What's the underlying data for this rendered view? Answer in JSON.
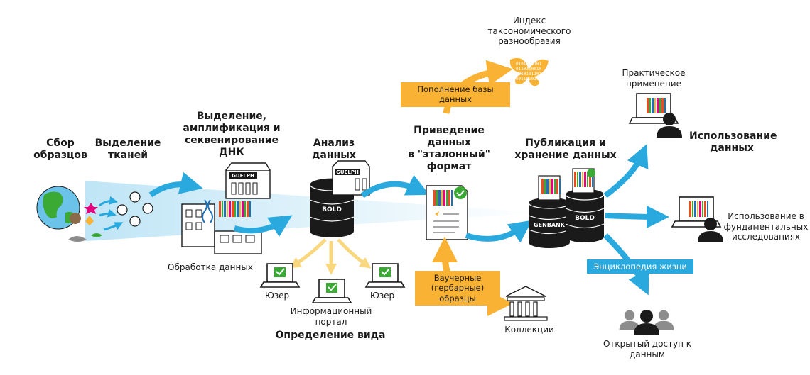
{
  "stages": {
    "collect": "Сбор\nобразцов",
    "tissue": "Выделение\nтканей",
    "dna": "Выделение,\nамплификация и\nсеквенирование\nДНК",
    "analysis": "Анализ\nданных",
    "standard": "Приведение данных\nв \"эталонный\"\nформат",
    "publish": "Публикация и\nхранение данных",
    "usage": "Использование\nданных"
  },
  "labels": {
    "processing": "Обработка данных",
    "user_left": "Юзер",
    "user_right": "Юзер",
    "portal": "Информационный\nпортал",
    "species_id": "Определение вида",
    "taxonomic_index": "Индекс\nтаксономического\nразнообразия",
    "practical": "Практическое\nприменение",
    "fundamental": "Использование в\nфундаментальных\nисследованиях",
    "open_access": "Открытый доступ к\nданным",
    "collections": "Коллекции"
  },
  "badges": {
    "db_update": "Пополнение базы данных",
    "vouchers": "Ваучерные\n(гербарные) образцы",
    "eol": "Энциклопедия жизни"
  },
  "building_labels": {
    "guelph_1": "GUELPH",
    "guelph_2": "GUELPH"
  },
  "database_labels": {
    "bold_1": "BOLD",
    "genbank": "GENBANK",
    "bold_2": "BOLD"
  },
  "binary_text": [
    "0101101101",
    "0110110010",
    "1010101101",
    "0011010110"
  ],
  "colors": {
    "blue_arrow": "#2aa9de",
    "orange_arrow": "#f9b233",
    "dark": "#1a1a1a",
    "check_green": "#3aaa35",
    "light_blue_band": "#d3eef9"
  }
}
